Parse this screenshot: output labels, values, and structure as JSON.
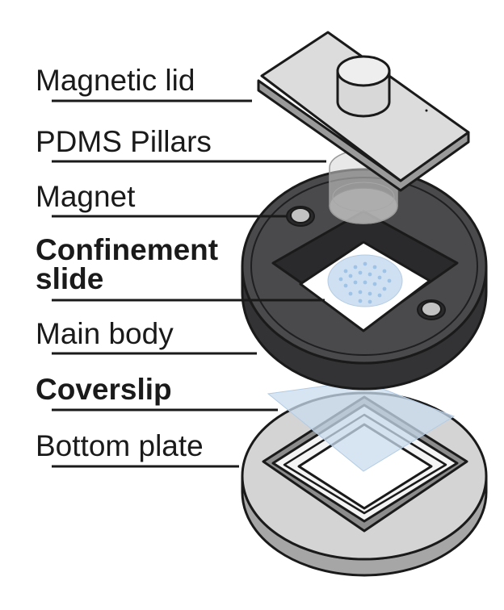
{
  "labels": {
    "magnetic_lid": "Magnetic lid",
    "pdms_pillars": "PDMS Pillars",
    "magnet": "Magnet",
    "confinement_slide_line1": "Confinement",
    "confinement_slide_line2": "slide",
    "main_body": "Main body",
    "coverslip": "Coverslip",
    "bottom_plate": "Bottom plate"
  },
  "bold_labels": [
    "Confinement slide",
    "Coverslip"
  ],
  "colors": {
    "ink": "#1a1a1a",
    "main_body": "#4a4a4c",
    "main_body_dark": "#2f2f31",
    "light_gray": "#dcdcdc",
    "plate_gray": "#d2d2d2",
    "glass_blue": "#c9dcef",
    "dot_blue": "#9ec3e6"
  }
}
